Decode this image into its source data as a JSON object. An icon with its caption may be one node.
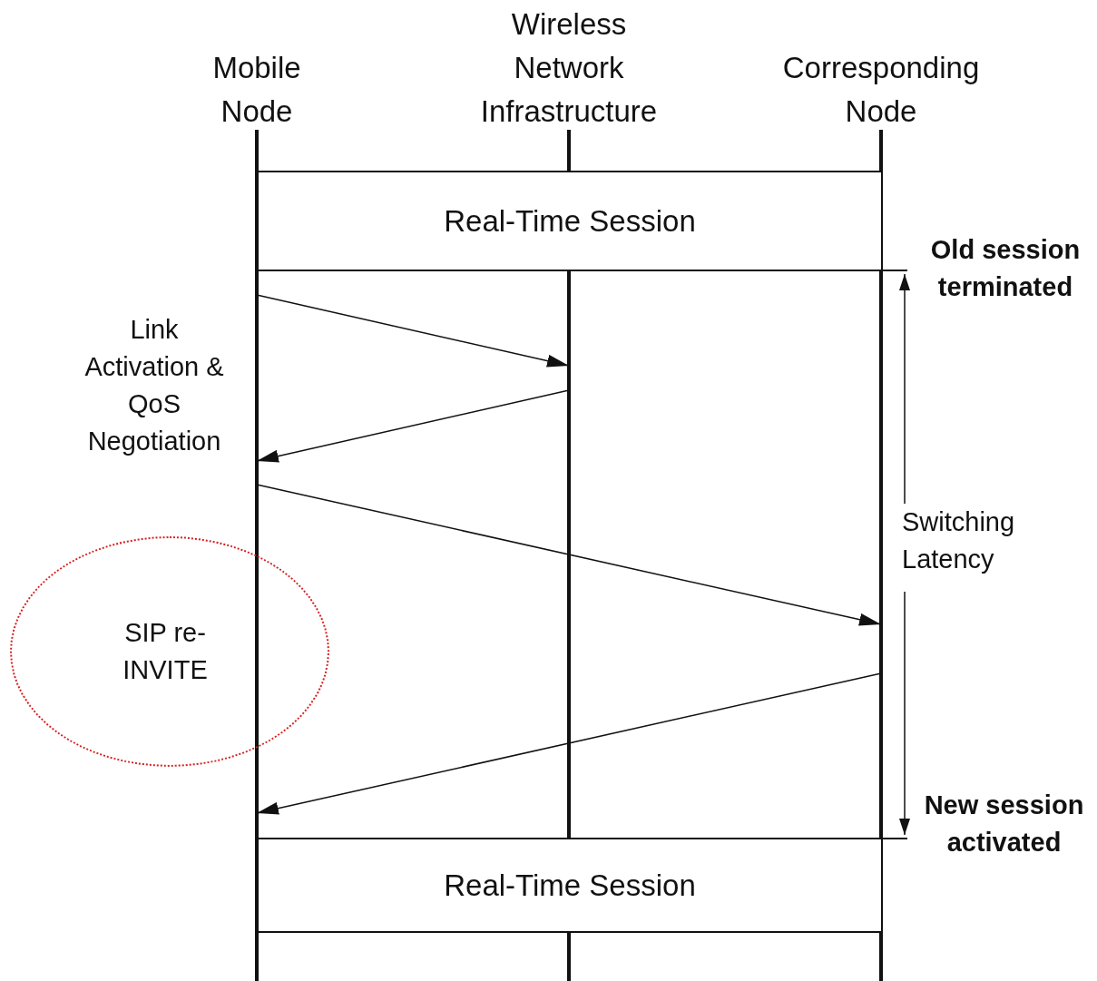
{
  "diagram": {
    "nodes": [
      {
        "text": [
          "Mobile Node"
        ]
      },
      {
        "text": [
          "Wireless Network Infrastructure"
        ]
      },
      {
        "text": [
          "Corresponding Node"
        ]
      },
      {
        "text": [
          "Real-Time Session"
        ]
      },
      {
        "text": [
          "SIP re-INVITE"
        ]
      },
      {
        "text": [
          "Real-Time Session"
        ]
      }
    ],
    "edges": [
      {
        "from": 0,
        "to": 1,
        "arrow": "to"
      },
      {
        "from": 1,
        "to": 0,
        "arrow": "to"
      },
      {
        "from": 0,
        "to": 2,
        "arrow": "to"
      },
      {
        "from": 2,
        "to": 0,
        "arrow": "to"
      }
    ],
    "labels": [
      "Old session terminated",
      "Link Activation & QoS Negotiation",
      "Switching Latency",
      "New session activated"
    ]
  }
}
